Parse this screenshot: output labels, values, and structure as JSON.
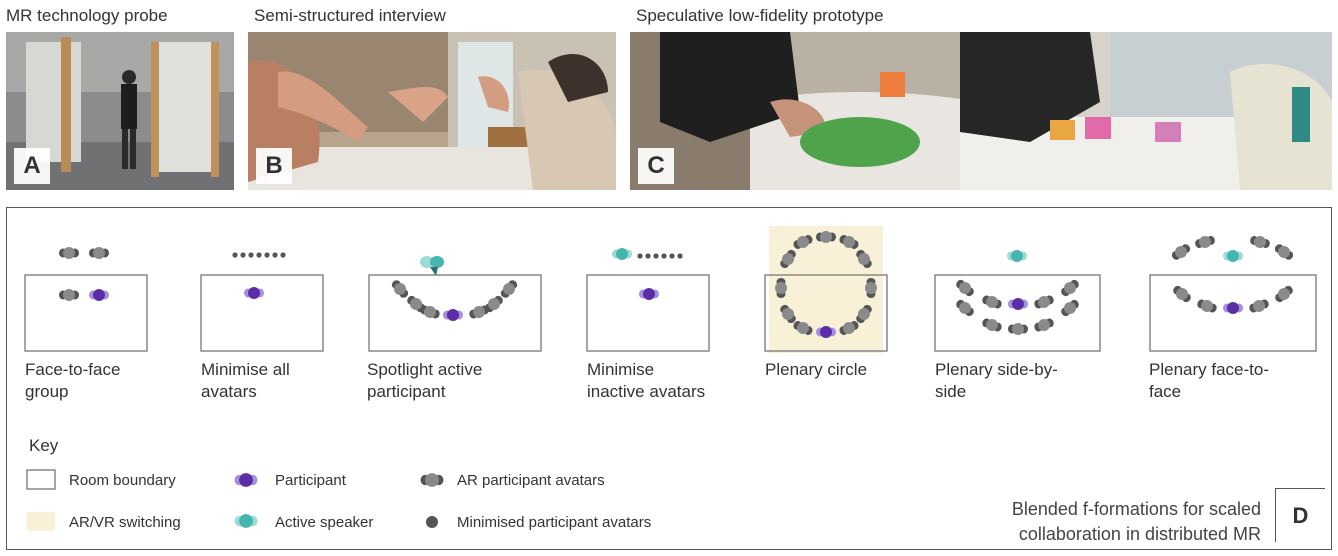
{
  "photos": [
    {
      "caption": "MR technology probe",
      "badge": "A"
    },
    {
      "caption": "Semi-structured interview",
      "badge": "B"
    },
    {
      "caption": "Speculative low-fidelity prototype",
      "badge": "C"
    }
  ],
  "formations": [
    {
      "label_line1": "Face-to-face",
      "label_line2": "group"
    },
    {
      "label_line1": "Minimise all",
      "label_line2": "avatars"
    },
    {
      "label_line1": "Spotlight active",
      "label_line2": "participant"
    },
    {
      "label_line1": "Minimise",
      "label_line2": "inactive avatars"
    },
    {
      "label_line1": "Plenary circle",
      "label_line2": ""
    },
    {
      "label_line1": "Plenary side-by-",
      "label_line2": "side"
    },
    {
      "label_line1": "Plenary face-to-",
      "label_line2": "face"
    }
  ],
  "key": {
    "title": "Key",
    "room_boundary": "Room boundary",
    "participant": "Participant",
    "ar_avatars": "AR participant avatars",
    "switching": "AR/VR switching",
    "active_speaker": "Active speaker",
    "minimised": "Minimised  participant avatars"
  },
  "panel_caption": {
    "line1": "Blended f-formations for scaled",
    "line2": "collaboration in distributed MR",
    "badge": "D"
  },
  "colors": {
    "participant": "#5b2ea6",
    "avatar_gray": "#666666",
    "active_teal": "#45b5ad",
    "switching_bg": "#f8f1d8"
  }
}
